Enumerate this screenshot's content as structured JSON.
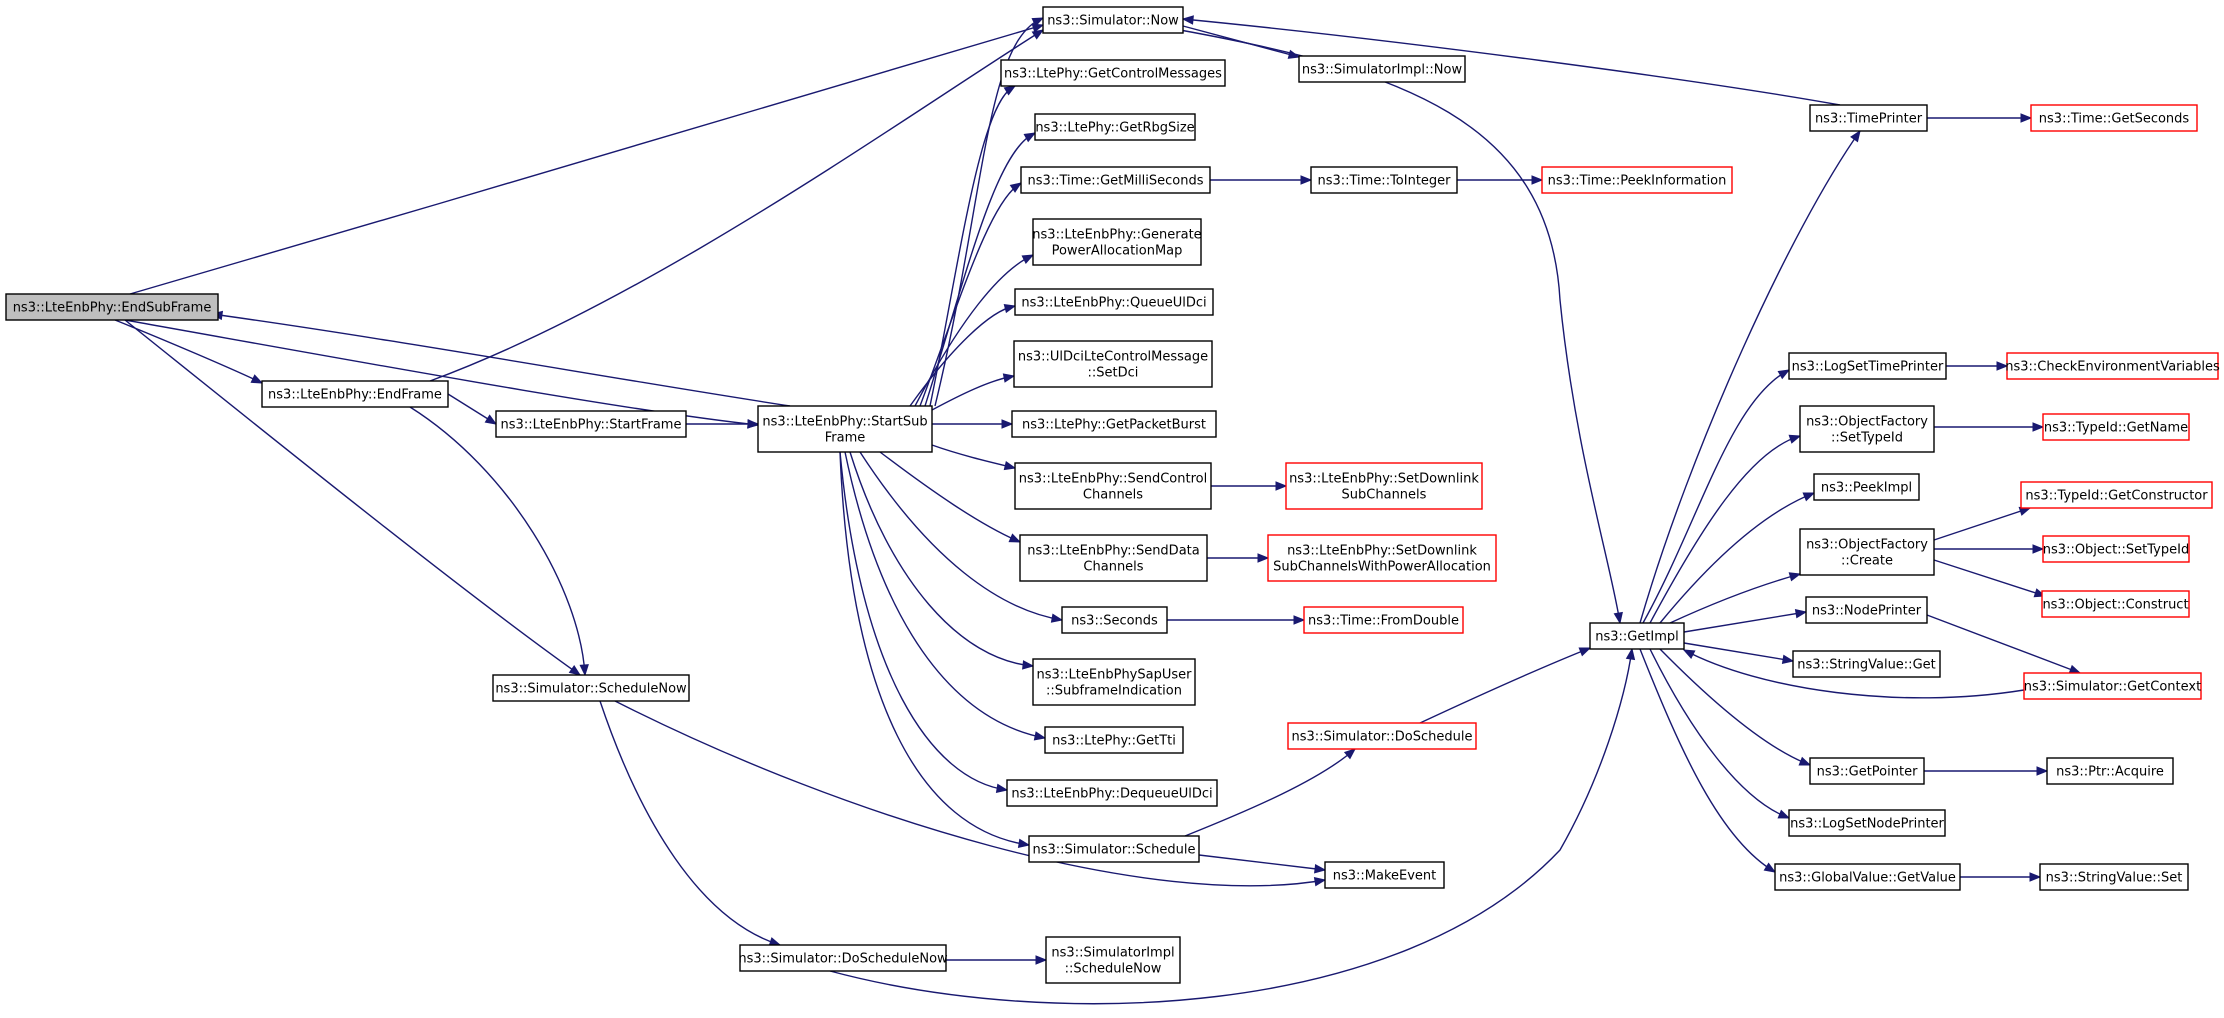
{
  "diagram": {
    "kind": "call-graph",
    "colors": {
      "edge": "#191970",
      "root_fill": "#bfbfbf",
      "external_border": "#ff0000",
      "node_border": "#000000",
      "node_fill": "#ffffff"
    },
    "nodes": [
      {
        "id": "endsubframe",
        "lines": [
          "ns3::LteEnbPhy::EndSubFrame"
        ],
        "style": "root"
      },
      {
        "id": "endframe",
        "lines": [
          "ns3::LteEnbPhy::EndFrame"
        ]
      },
      {
        "id": "startframe",
        "lines": [
          "ns3::LteEnbPhy::StartFrame"
        ]
      },
      {
        "id": "startsubframe",
        "lines": [
          "ns3::LteEnbPhy::StartSub",
          "Frame"
        ]
      },
      {
        "id": "schedulenow",
        "lines": [
          "ns3::Simulator::ScheduleNow"
        ]
      },
      {
        "id": "doschedulenow",
        "lines": [
          "ns3::Simulator::DoScheduleNow"
        ]
      },
      {
        "id": "simnow",
        "lines": [
          "ns3::Simulator::Now"
        ]
      },
      {
        "id": "getcontrolmessages",
        "lines": [
          "ns3::LtePhy::GetControlMessages"
        ]
      },
      {
        "id": "getrbgsize",
        "lines": [
          "ns3::LtePhy::GetRbgSize"
        ]
      },
      {
        "id": "getmilliseconds",
        "lines": [
          "ns3::Time::GetMilliSeconds"
        ]
      },
      {
        "id": "generatepowermap",
        "lines": [
          "ns3::LteEnbPhy::Generate",
          "PowerAllocationMap"
        ]
      },
      {
        "id": "queueuldci",
        "lines": [
          "ns3::LteEnbPhy::QueueUlDci"
        ]
      },
      {
        "id": "setdci",
        "lines": [
          "ns3::UlDciLteControlMessage",
          "::SetDci"
        ]
      },
      {
        "id": "getpacketburst",
        "lines": [
          "ns3::LtePhy::GetPacketBurst"
        ]
      },
      {
        "id": "sendcontrol",
        "lines": [
          "ns3::LteEnbPhy::SendControl",
          "Channels"
        ]
      },
      {
        "id": "senddata",
        "lines": [
          "ns3::LteEnbPhy::SendData",
          "Channels"
        ]
      },
      {
        "id": "seconds",
        "lines": [
          "ns3::Seconds"
        ]
      },
      {
        "id": "subframeindication",
        "lines": [
          "ns3::LteEnbPhySapUser",
          "::SubframeIndication"
        ]
      },
      {
        "id": "gettti",
        "lines": [
          "ns3::LtePhy::GetTti"
        ]
      },
      {
        "id": "dequeueuldci",
        "lines": [
          "ns3::LteEnbPhy::DequeueUlDci"
        ]
      },
      {
        "id": "schedule",
        "lines": [
          "ns3::Simulator::Schedule"
        ]
      },
      {
        "id": "simimplnow",
        "lines": [
          "ns3::SimulatorImpl::Now"
        ]
      },
      {
        "id": "simimplschedulenow",
        "lines": [
          "ns3::SimulatorImpl",
          "::ScheduleNow"
        ]
      },
      {
        "id": "tointeger",
        "lines": [
          "ns3::Time::ToInteger"
        ]
      },
      {
        "id": "peekinformation",
        "lines": [
          "ns3::Time::PeekInformation"
        ],
        "style": "external"
      },
      {
        "id": "setdownlinksub",
        "lines": [
          "ns3::LteEnbPhy::SetDownlink",
          "SubChannels"
        ],
        "style": "external"
      },
      {
        "id": "setdownlinksubpower",
        "lines": [
          "ns3::LteEnbPhy::SetDownlink",
          "SubChannelsWithPowerAllocation"
        ],
        "style": "external"
      },
      {
        "id": "fromdouble",
        "lines": [
          "ns3::Time::FromDouble"
        ],
        "style": "external"
      },
      {
        "id": "doschedule",
        "lines": [
          "ns3::Simulator::DoSchedule"
        ],
        "style": "external"
      },
      {
        "id": "makeevent",
        "lines": [
          "ns3::MakeEvent"
        ]
      },
      {
        "id": "getimpl",
        "lines": [
          "ns3::GetImpl"
        ]
      },
      {
        "id": "timeprinter",
        "lines": [
          "ns3::TimePrinter"
        ]
      },
      {
        "id": "getseconds",
        "lines": [
          "ns3::Time::GetSeconds"
        ],
        "style": "external"
      },
      {
        "id": "logsettimeprinter",
        "lines": [
          "ns3::LogSetTimePrinter"
        ]
      },
      {
        "id": "checkenv",
        "lines": [
          "ns3::CheckEnvironmentVariables"
        ],
        "style": "external"
      },
      {
        "id": "ofsettypeid",
        "lines": [
          "ns3::ObjectFactory",
          "::SetTypeId"
        ]
      },
      {
        "id": "typeidgetname",
        "lines": [
          "ns3::TypeId::GetName"
        ],
        "style": "external"
      },
      {
        "id": "peekimpl",
        "lines": [
          "ns3::PeekImpl"
        ]
      },
      {
        "id": "ofcreate",
        "lines": [
          "ns3::ObjectFactory",
          "::Create"
        ]
      },
      {
        "id": "typeidgetconstructor",
        "lines": [
          "ns3::TypeId::GetConstructor"
        ],
        "style": "external"
      },
      {
        "id": "objsettypeid",
        "lines": [
          "ns3::Object::SetTypeId"
        ],
        "style": "external"
      },
      {
        "id": "objconstruct",
        "lines": [
          "ns3::Object::Construct"
        ],
        "style": "external"
      },
      {
        "id": "nodeprinter",
        "lines": [
          "ns3::NodePrinter"
        ]
      },
      {
        "id": "simgetcontext",
        "lines": [
          "ns3::Simulator::GetContext"
        ],
        "style": "external"
      },
      {
        "id": "stringvalueget",
        "lines": [
          "ns3::StringValue::Get"
        ]
      },
      {
        "id": "getpointer",
        "lines": [
          "ns3::GetPointer"
        ]
      },
      {
        "id": "ptracquire",
        "lines": [
          "ns3::Ptr::Acquire"
        ]
      },
      {
        "id": "logsetnodeprinter",
        "lines": [
          "ns3::LogSetNodePrinter"
        ]
      },
      {
        "id": "globalvaluegetvalue",
        "lines": [
          "ns3::GlobalValue::GetValue"
        ]
      },
      {
        "id": "stringvalueset",
        "lines": [
          "ns3::StringValue::Set"
        ]
      }
    ]
  }
}
